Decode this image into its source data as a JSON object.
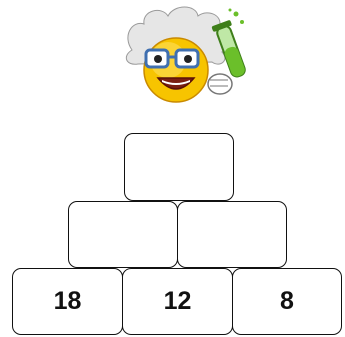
{
  "pyramid": {
    "top": [
      ""
    ],
    "middle": [
      "",
      ""
    ],
    "bottom": [
      "18",
      "12",
      "8"
    ]
  },
  "mascot": {
    "icon": "scientist-smiley-icon",
    "hair_color": "#d9d9d9",
    "face_color": "#f7c400",
    "glasses_color": "#3f6fb0",
    "flask_color": "#6bbf2a"
  }
}
